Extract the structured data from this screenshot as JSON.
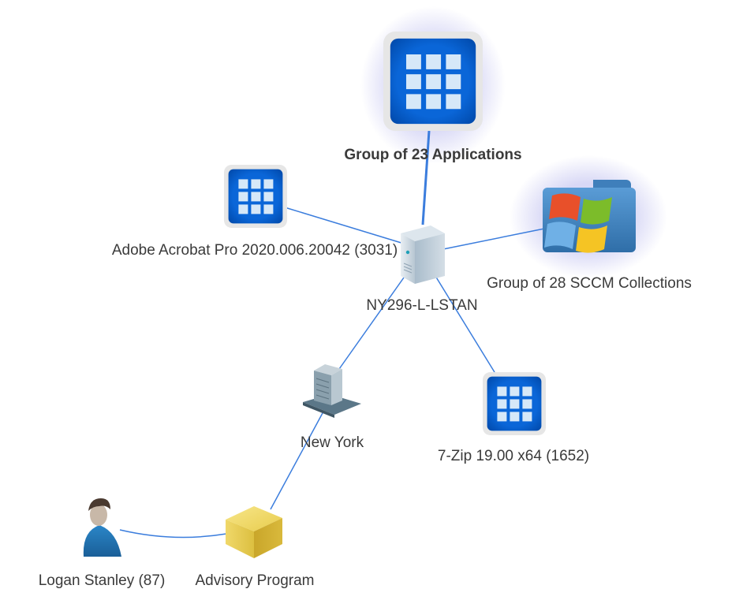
{
  "graph": {
    "nodes": [
      {
        "id": "apps-group",
        "label": "Group of 23 Applications",
        "type": "application-group",
        "icon": "app-grid-icon",
        "selected": true
      },
      {
        "id": "acrobat",
        "label": "Adobe Acrobat Pro 2020.006.20042 (3031)",
        "type": "application",
        "icon": "app-grid-icon"
      },
      {
        "id": "sccm-group",
        "label": "Group of 28 SCCM Collections",
        "type": "sccm-collection-group",
        "icon": "windows-folder-icon",
        "selected": true
      },
      {
        "id": "computer",
        "label": "NY296-L-LSTAN",
        "type": "computer",
        "icon": "server-tower-icon"
      },
      {
        "id": "new-york",
        "label": "New York",
        "type": "location",
        "icon": "office-building-icon"
      },
      {
        "id": "7zip",
        "label": "7-Zip 19.00 x64 (1652)",
        "type": "application",
        "icon": "app-grid-icon"
      },
      {
        "id": "advisory",
        "label": "Advisory Program",
        "type": "department",
        "icon": "yellow-cube-icon"
      },
      {
        "id": "logan",
        "label": "Logan Stanley (87)",
        "type": "user",
        "icon": "user-person-icon"
      }
    ],
    "edges": [
      {
        "from": "computer",
        "to": "apps-group"
      },
      {
        "from": "computer",
        "to": "acrobat"
      },
      {
        "from": "computer",
        "to": "sccm-group"
      },
      {
        "from": "computer",
        "to": "new-york"
      },
      {
        "from": "computer",
        "to": "7zip"
      },
      {
        "from": "new-york",
        "to": "advisory"
      },
      {
        "from": "advisory",
        "to": "logan"
      }
    ],
    "colors": {
      "edge": "#3b7ddd",
      "label": "#3a3a3a",
      "app_tile": "#0a62d4",
      "selection_glow": "#8c8cdc"
    }
  }
}
